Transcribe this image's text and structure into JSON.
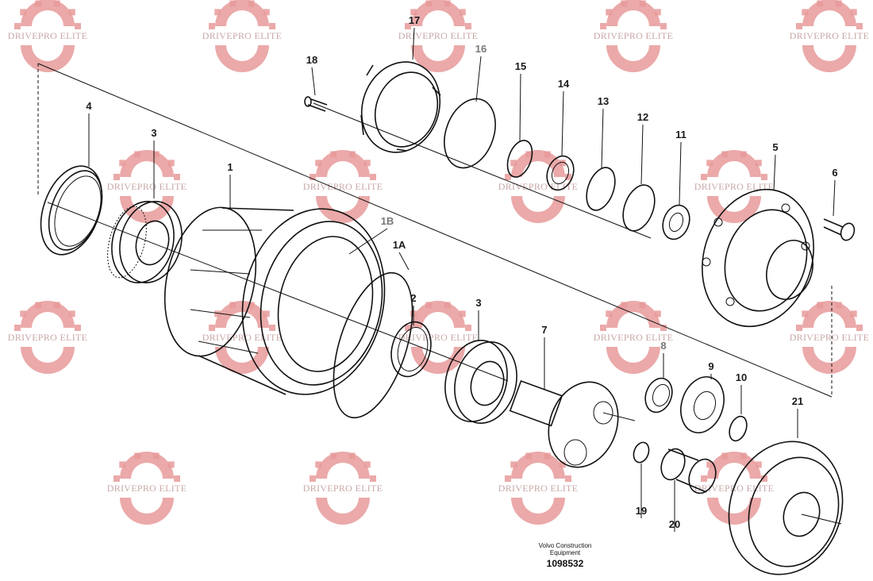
{
  "watermark": {
    "text": "DRIVEPRO ELITE",
    "color": "#e79a9a"
  },
  "part_labels": [
    {
      "id": "18",
      "grey": false
    },
    {
      "id": "17",
      "grey": false
    },
    {
      "id": "16",
      "grey": true
    },
    {
      "id": "15",
      "grey": false
    },
    {
      "id": "14",
      "grey": false
    },
    {
      "id": "13",
      "grey": false
    },
    {
      "id": "12",
      "grey": false
    },
    {
      "id": "11",
      "grey": false
    },
    {
      "id": "5",
      "grey": false
    },
    {
      "id": "6",
      "grey": false
    },
    {
      "id": "4",
      "grey": false
    },
    {
      "id": "3",
      "grey": false
    },
    {
      "id": "1",
      "grey": false
    },
    {
      "id": "1B",
      "grey": true
    },
    {
      "id": "1A",
      "grey": false
    },
    {
      "id": "2",
      "grey": false
    },
    {
      "id": "3",
      "grey": false
    },
    {
      "id": "7",
      "grey": false
    },
    {
      "id": "8",
      "grey": true
    },
    {
      "id": "9",
      "grey": false
    },
    {
      "id": "10",
      "grey": false
    },
    {
      "id": "21",
      "grey": false
    },
    {
      "id": "19",
      "grey": false
    },
    {
      "id": "20",
      "grey": false
    }
  ],
  "credit": {
    "line1": "Volvo Construction",
    "line2": "Equipment",
    "number": "1098532"
  }
}
